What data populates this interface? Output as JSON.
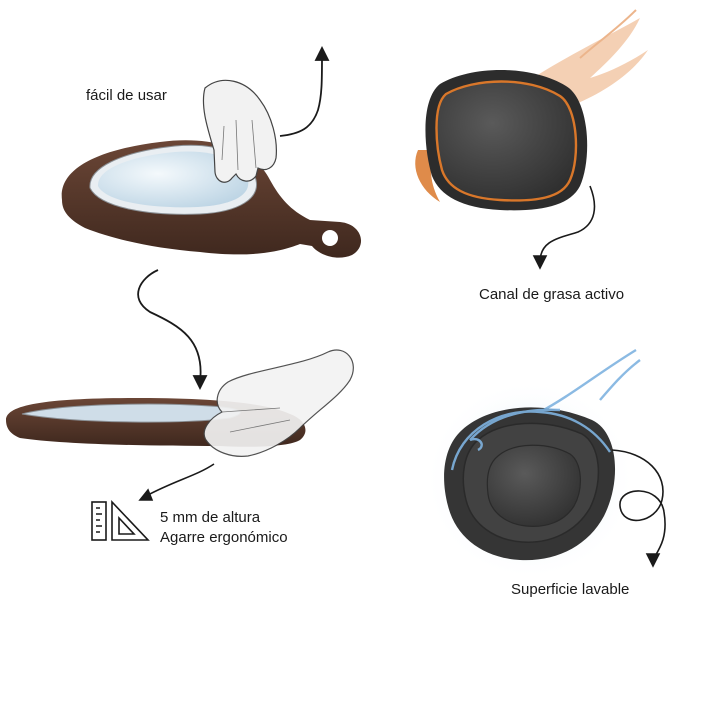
{
  "labels": {
    "easy_use": "fácil de usar",
    "grease_channel": "Canal de grasa activo",
    "height": "5 mm de altura",
    "grip": "Agarre ergonómico",
    "washable": "Superficie lavable"
  },
  "colors": {
    "wood": "#5a3a2c",
    "wood_dark": "#3e271d",
    "glass": "#dceaf3",
    "pan": "#4a4a4a",
    "pan_dark": "#2f2f2f",
    "rim_orange": "#d9772a",
    "water": "#7fb3e0",
    "hand": "#e8e8e8",
    "stroke": "#1a1a1a"
  },
  "icons": [
    "hand-icon",
    "ruler-triangle-icon",
    "curved-arrow-icon",
    "splash-icon"
  ]
}
